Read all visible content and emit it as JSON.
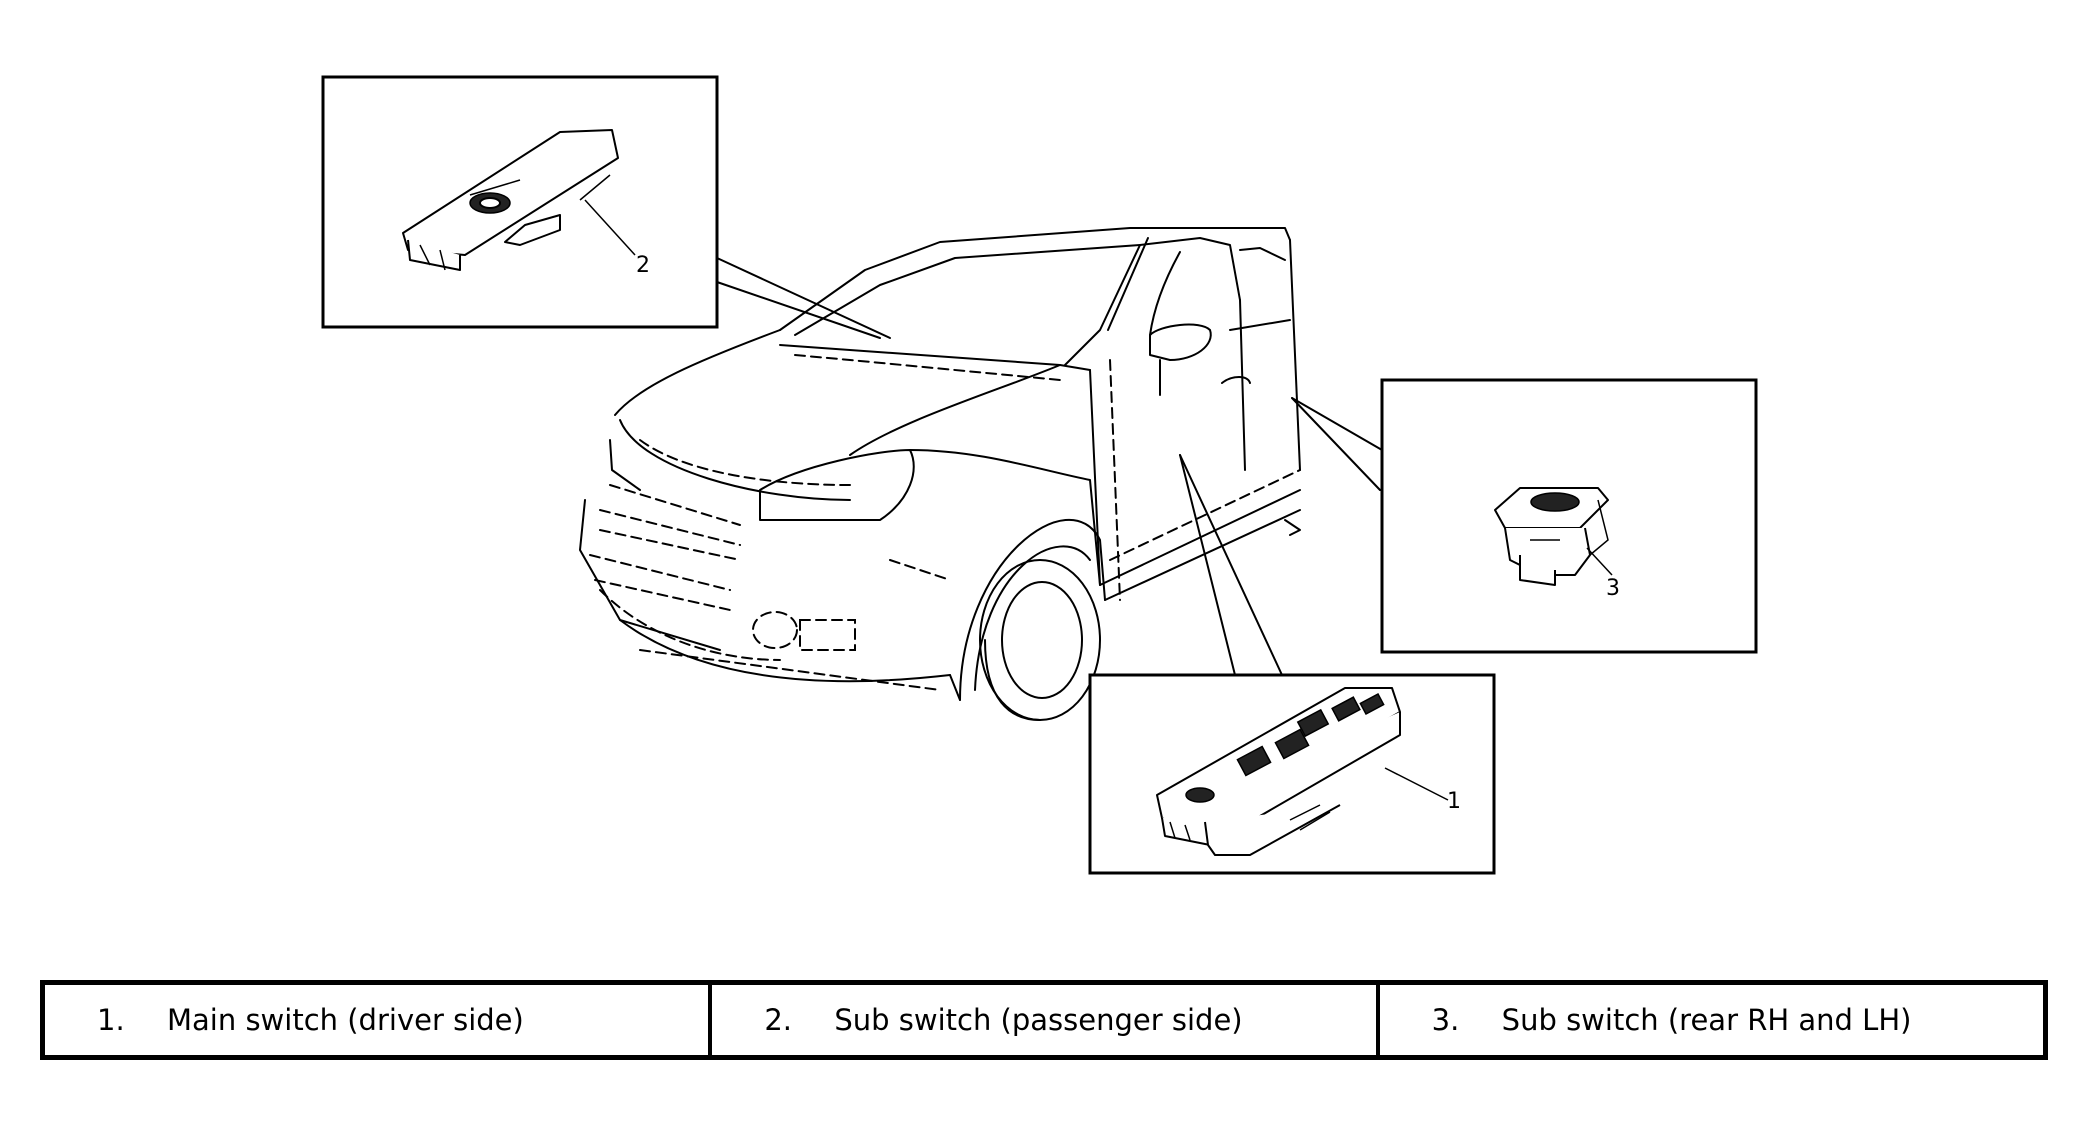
{
  "callouts": {
    "one": "1",
    "two": "2",
    "three": "3"
  },
  "legend": [
    {
      "number": "1.",
      "label": "Main switch (driver side)"
    },
    {
      "number": "2.",
      "label": "Sub switch (passenger side)"
    },
    {
      "number": "3.",
      "label": "Sub switch (rear RH and LH)"
    }
  ]
}
